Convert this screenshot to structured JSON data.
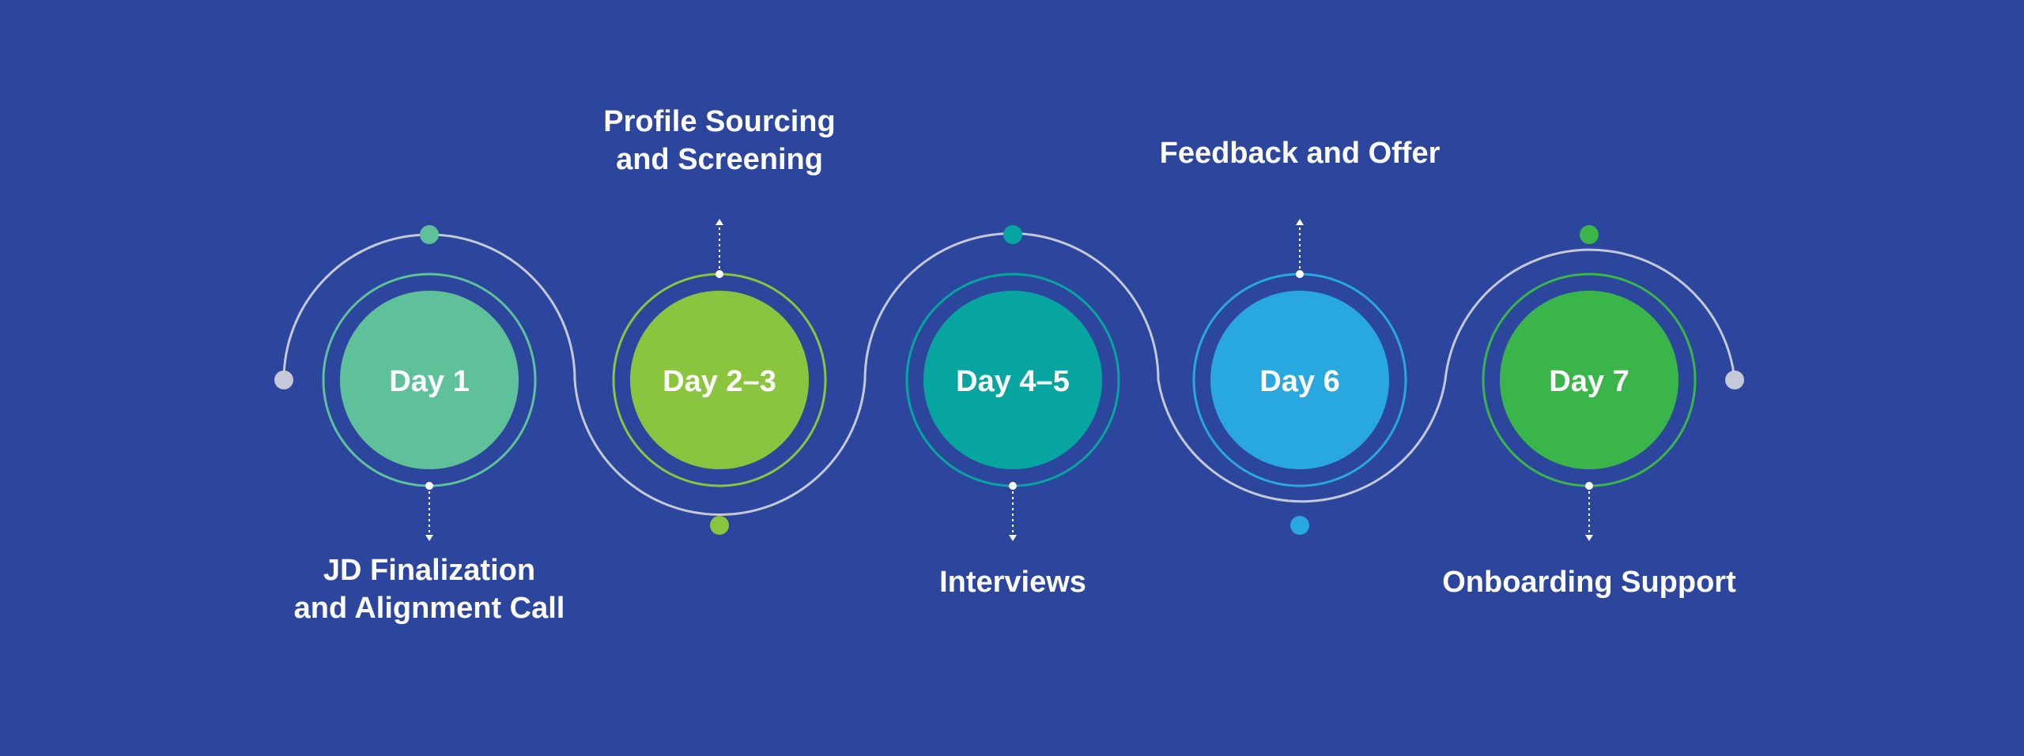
{
  "colors": {
    "background": "#2b469c",
    "track": "#c5c8d6",
    "label_text": "#ffffff"
  },
  "steps": [
    {
      "day": "Day 1",
      "label_lines": [
        "JD Finalization",
        "and Alignment Call"
      ],
      "label_side": "below",
      "color": "#5fc19a"
    },
    {
      "day": "Day 2–3",
      "label_lines": [
        "Profile Sourcing",
        "and Screening"
      ],
      "label_side": "above",
      "color": "#8bc43f"
    },
    {
      "day": "Day 4–5",
      "label_lines": [
        "Interviews"
      ],
      "label_side": "below",
      "color": "#07a59f"
    },
    {
      "day": "Day 6",
      "label_lines": [
        "Feedback and Offer"
      ],
      "label_side": "above",
      "color": "#29a8df"
    },
    {
      "day": "Day 7",
      "label_lines": [
        "Onboarding Support"
      ],
      "label_side": "below",
      "color": "#3ab54a"
    }
  ]
}
